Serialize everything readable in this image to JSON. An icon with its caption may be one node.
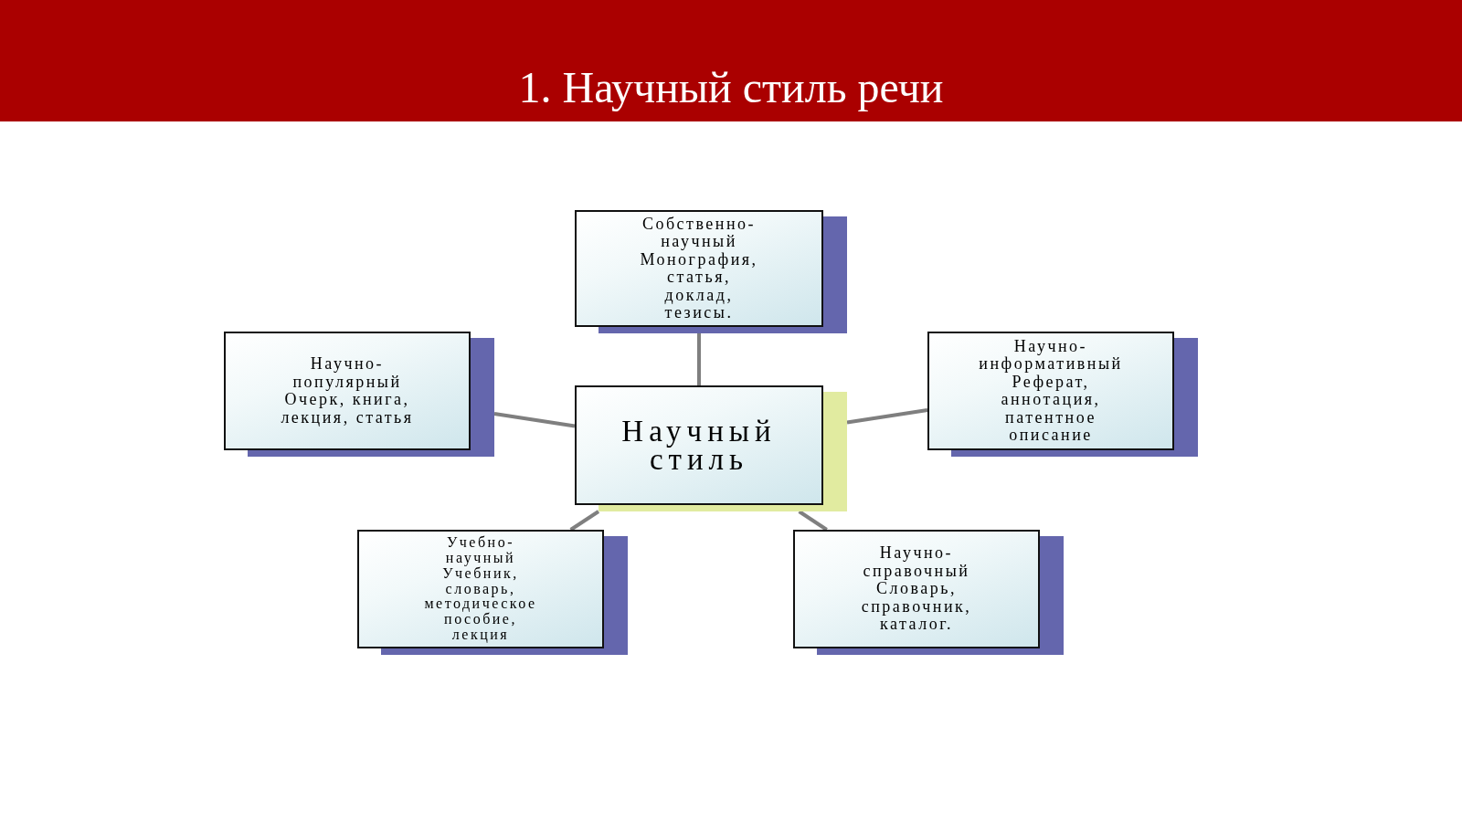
{
  "diagram": {
    "title": "1. Научный стиль речи",
    "nodes": [
      {
        "text": [
          "Собственно-научный",
          "Монография, статья, доклад, тезисы."
        ]
      },
      {
        "text": [
          "Научно-популярный",
          "Очерк, книга, лекция, статья"
        ]
      },
      {
        "text": [
          "Научный стиль"
        ]
      },
      {
        "text": [
          "Научно-информативный",
          "Реферат, аннотация, патентное описание"
        ]
      },
      {
        "text": [
          "Учебно-научный",
          "Учебник, словарь, методическое пособие, лекция"
        ]
      },
      {
        "text": [
          "Научно-справочный",
          "Словарь, справочник, каталог."
        ]
      }
    ],
    "edges": [
      {
        "from": 2,
        "to": 0,
        "arrow": "none"
      },
      {
        "from": 2,
        "to": 1,
        "arrow": "none"
      },
      {
        "from": 2,
        "to": 3,
        "arrow": "none"
      },
      {
        "from": 2,
        "to": 4,
        "arrow": "none"
      },
      {
        "from": 2,
        "to": 5,
        "arrow": "none"
      }
    ]
  }
}
